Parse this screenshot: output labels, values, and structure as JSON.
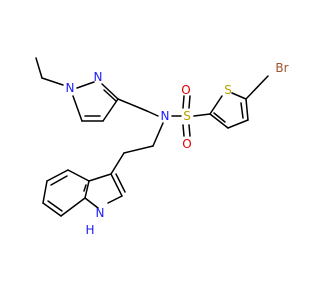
{
  "atoms": {
    "bromine": {
      "label": "Br",
      "color": "#a0522d"
    },
    "thiophene_sulfur": {
      "label": "S",
      "color": "#b8a000"
    },
    "sulfonyl_sulfur": {
      "label": "S",
      "color": "#b8a000"
    },
    "sulfonyl_oxygen_top": {
      "label": "O",
      "color": "#e00000"
    },
    "sulfonyl_oxygen_bottom": {
      "label": "O",
      "color": "#e00000"
    },
    "sulfonamide_nitrogen": {
      "label": "N",
      "color": "#1a1aff"
    },
    "pyrazole_n1": {
      "label": "N",
      "color": "#1a1aff"
    },
    "pyrazole_n2": {
      "label": "N",
      "color": "#1a1aff"
    },
    "indole_nh": {
      "label": "N",
      "color": "#1a1aff"
    },
    "indole_h": {
      "label": "H",
      "color": "#1a1aff"
    }
  }
}
